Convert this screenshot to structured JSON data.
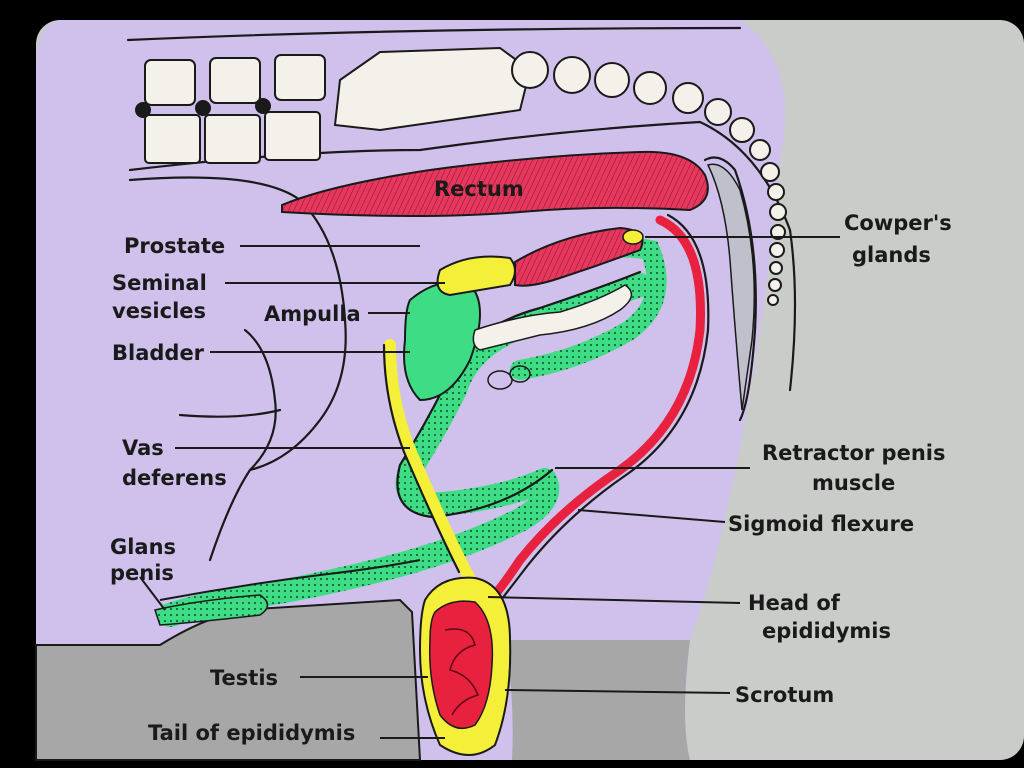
{
  "labels": {
    "rectum": "Rectum",
    "prostate": "Prostate",
    "seminal_vesicles_1": "Seminal",
    "seminal_vesicles_2": "vesicles",
    "ampulla": "Ampulla",
    "bladder": "Bladder",
    "vas_deferens_1": "Vas",
    "vas_deferens_2": "deferens",
    "glans_penis_1": "Glans",
    "glans_penis_2": "penis",
    "testis": "Testis",
    "tail_of_epididymis": "Tail of epididymis",
    "cowpers_glands_1": "Cowper's",
    "cowpers_glands_2": "glands",
    "retractor_penis_muscle_1": "Retractor penis",
    "retractor_penis_muscle_2": "muscle",
    "sigmoid_flexure": "Sigmoid flexure",
    "head_of_epididymis_1": "Head of",
    "head_of_epididymis_2": "epididymis",
    "scrotum": "Scrotum"
  },
  "colors": {
    "body": "#cfc1ec",
    "background": "#c9ccc9",
    "ground": "#a7a7a7",
    "rectum": "#e8375e",
    "urethra_green": "#3fdc86",
    "yellow": "#f4f03a",
    "testis": "#e8213f",
    "bone": "#f4f1ea",
    "frame": "#000000"
  }
}
